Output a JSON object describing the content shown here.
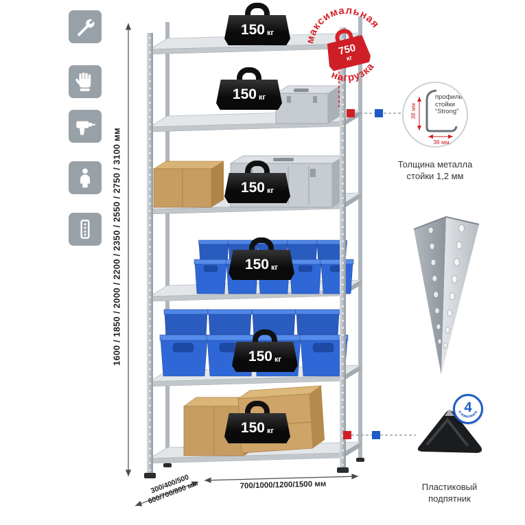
{
  "colors": {
    "red": "#cf1f26",
    "blue": "#1e5bc6",
    "icon_gray": "#99a1a8",
    "metal": "#c2c7cc"
  },
  "left_toolbar": {
    "icons": [
      "wrench-icon",
      "glove-icon",
      "drill-icon",
      "person-icon",
      "rack-post-icon"
    ]
  },
  "dimensions": {
    "height_label": "1600 / 1850 / 2000 / 2200 / 2350 / 2550 / 2750 / 3100 мм",
    "width_label": "700/1000/1200/1500 мм",
    "depth_label_line1": "300/400/500",
    "depth_label_line2": "600/700/800 мм"
  },
  "shelf_load": {
    "value": "150",
    "unit": "кг"
  },
  "max_load_stamp": {
    "arc_top": "максимальная",
    "arc_bottom": "нагрузка",
    "value": "750",
    "unit": "кг"
  },
  "profile_callout": {
    "label_line1": "профиль",
    "label_line2": "стойки",
    "label_line3": "“Strong”",
    "dim_vertical": "38 мм",
    "dim_horizontal": "38 мм,",
    "caption_line1": "Толщина металла",
    "caption_line2": "стойки 1,2 мм"
  },
  "foot_callout": {
    "badge_value": "4",
    "badge_text": "в комплекте",
    "caption_line1": "Пластиковый",
    "caption_line2": "подпятник"
  }
}
